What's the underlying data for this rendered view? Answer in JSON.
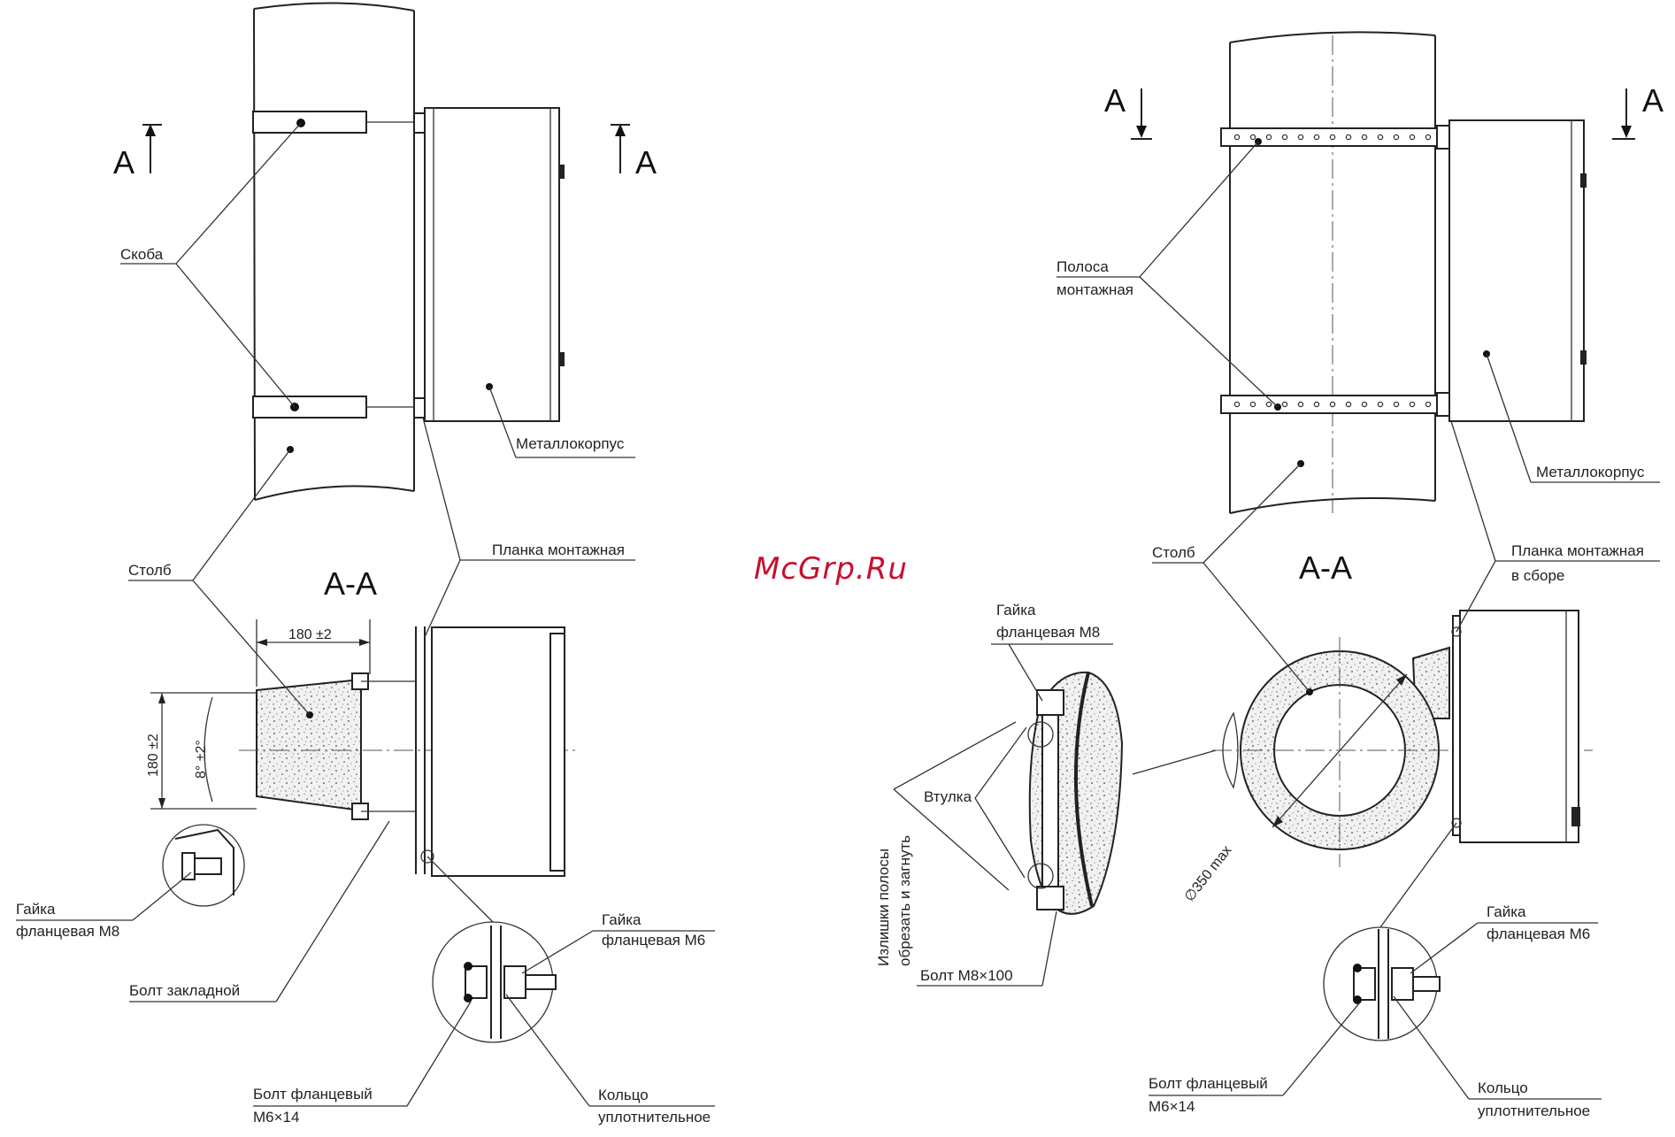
{
  "watermark": "McGrp.Ru",
  "left": {
    "section_marker": "A",
    "section_title": "A-A",
    "labels": {
      "bracket": "Скоба",
      "enclosure": "Металлокорпус",
      "pole": "Столб",
      "mount_plate": "Планка монтажная",
      "nut_m8_line1": "Гайка",
      "nut_m8_line2": "фланцевая М8",
      "anchor_bolt": "Болт закладной",
      "nut_m6_line1": "Гайка",
      "nut_m6_line2": "фланцевая М6",
      "bolt_line1": "Болт фланцевый",
      "bolt_line2": "М6×14",
      "ring_line1": "Кольцо",
      "ring_line2": "уплотнительное"
    },
    "dims": {
      "width": "180 ±2",
      "height": "180 ±2",
      "angle": "8° ±2°"
    }
  },
  "right": {
    "section_marker": "A",
    "section_title": "A-A",
    "labels": {
      "strip_line1": "Полоса",
      "strip_line2": "монтажная",
      "enclosure": "Металлокорпус",
      "pole": "Столб",
      "mount_plate_line1": "Планка монтажная",
      "mount_plate_line2": "в сборе",
      "nut_m8_line1": "Гайка",
      "nut_m8_line2": "фланцевая М8",
      "sleeve": "Втулка",
      "excess_line1": "Излишки полосы",
      "excess_line2": "обрезать и загнуть",
      "bolt_m8": "Болт М8×100",
      "diameter": "∅350 max",
      "nut_m6_line1": "Гайка",
      "nut_m6_line2": "фланцевая М6",
      "bolt_line1": "Болт фланцевый",
      "bolt_line2": "М6×14",
      "ring_line1": "Кольцо",
      "ring_line2": "уплотнительное"
    }
  }
}
